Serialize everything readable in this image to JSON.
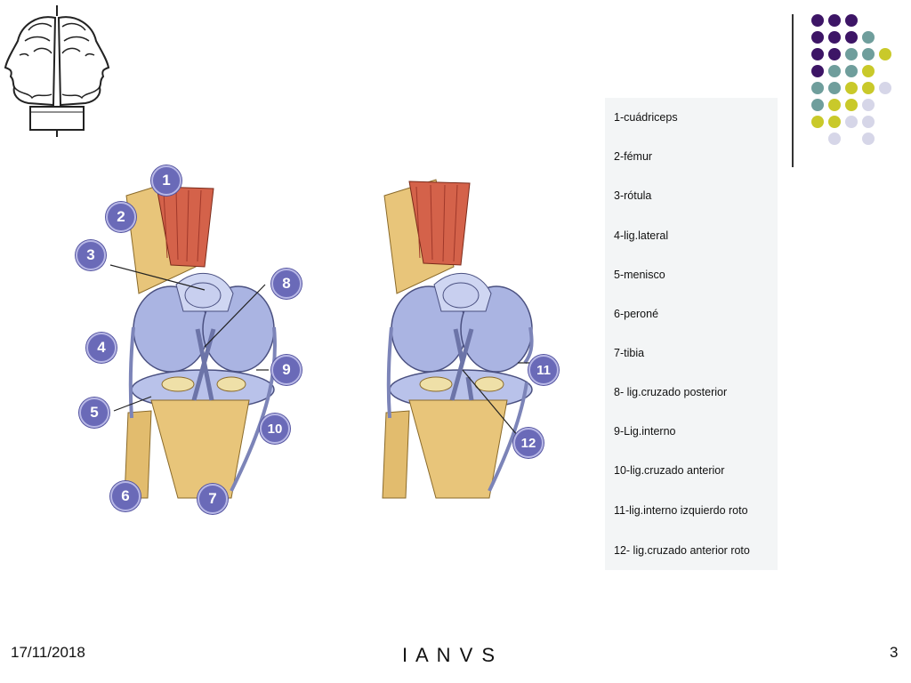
{
  "legend": {
    "items": [
      "1-cuádriceps",
      "2-fémur",
      "3-rótula",
      "4-lig.lateral",
      "5-menisco",
      "6-peroné",
      "7-tibia",
      "8- lig.cruzado posterior",
      "9-Lig.interno",
      "10-lig.cruzado anterior",
      "11-lig.interno izquierdo roto",
      "12- lig.cruzado anterior roto"
    ]
  },
  "footer": {
    "date": "17/11/2018",
    "title": "I A N V S",
    "page": "3"
  },
  "figure": {
    "left_labels": [
      "1",
      "2",
      "3",
      "4",
      "5",
      "6",
      "7",
      "8",
      "9",
      "10"
    ],
    "right_labels": [
      "11",
      "12"
    ]
  },
  "colors": {
    "dot_purple": "#3d1566",
    "dot_teal": "#6f9e9c",
    "dot_yellow": "#c9c92a",
    "dot_lavender": "#d6d6e8",
    "badge": "#6a6ab8"
  },
  "icons": {
    "logo": "janus-head-icon"
  }
}
